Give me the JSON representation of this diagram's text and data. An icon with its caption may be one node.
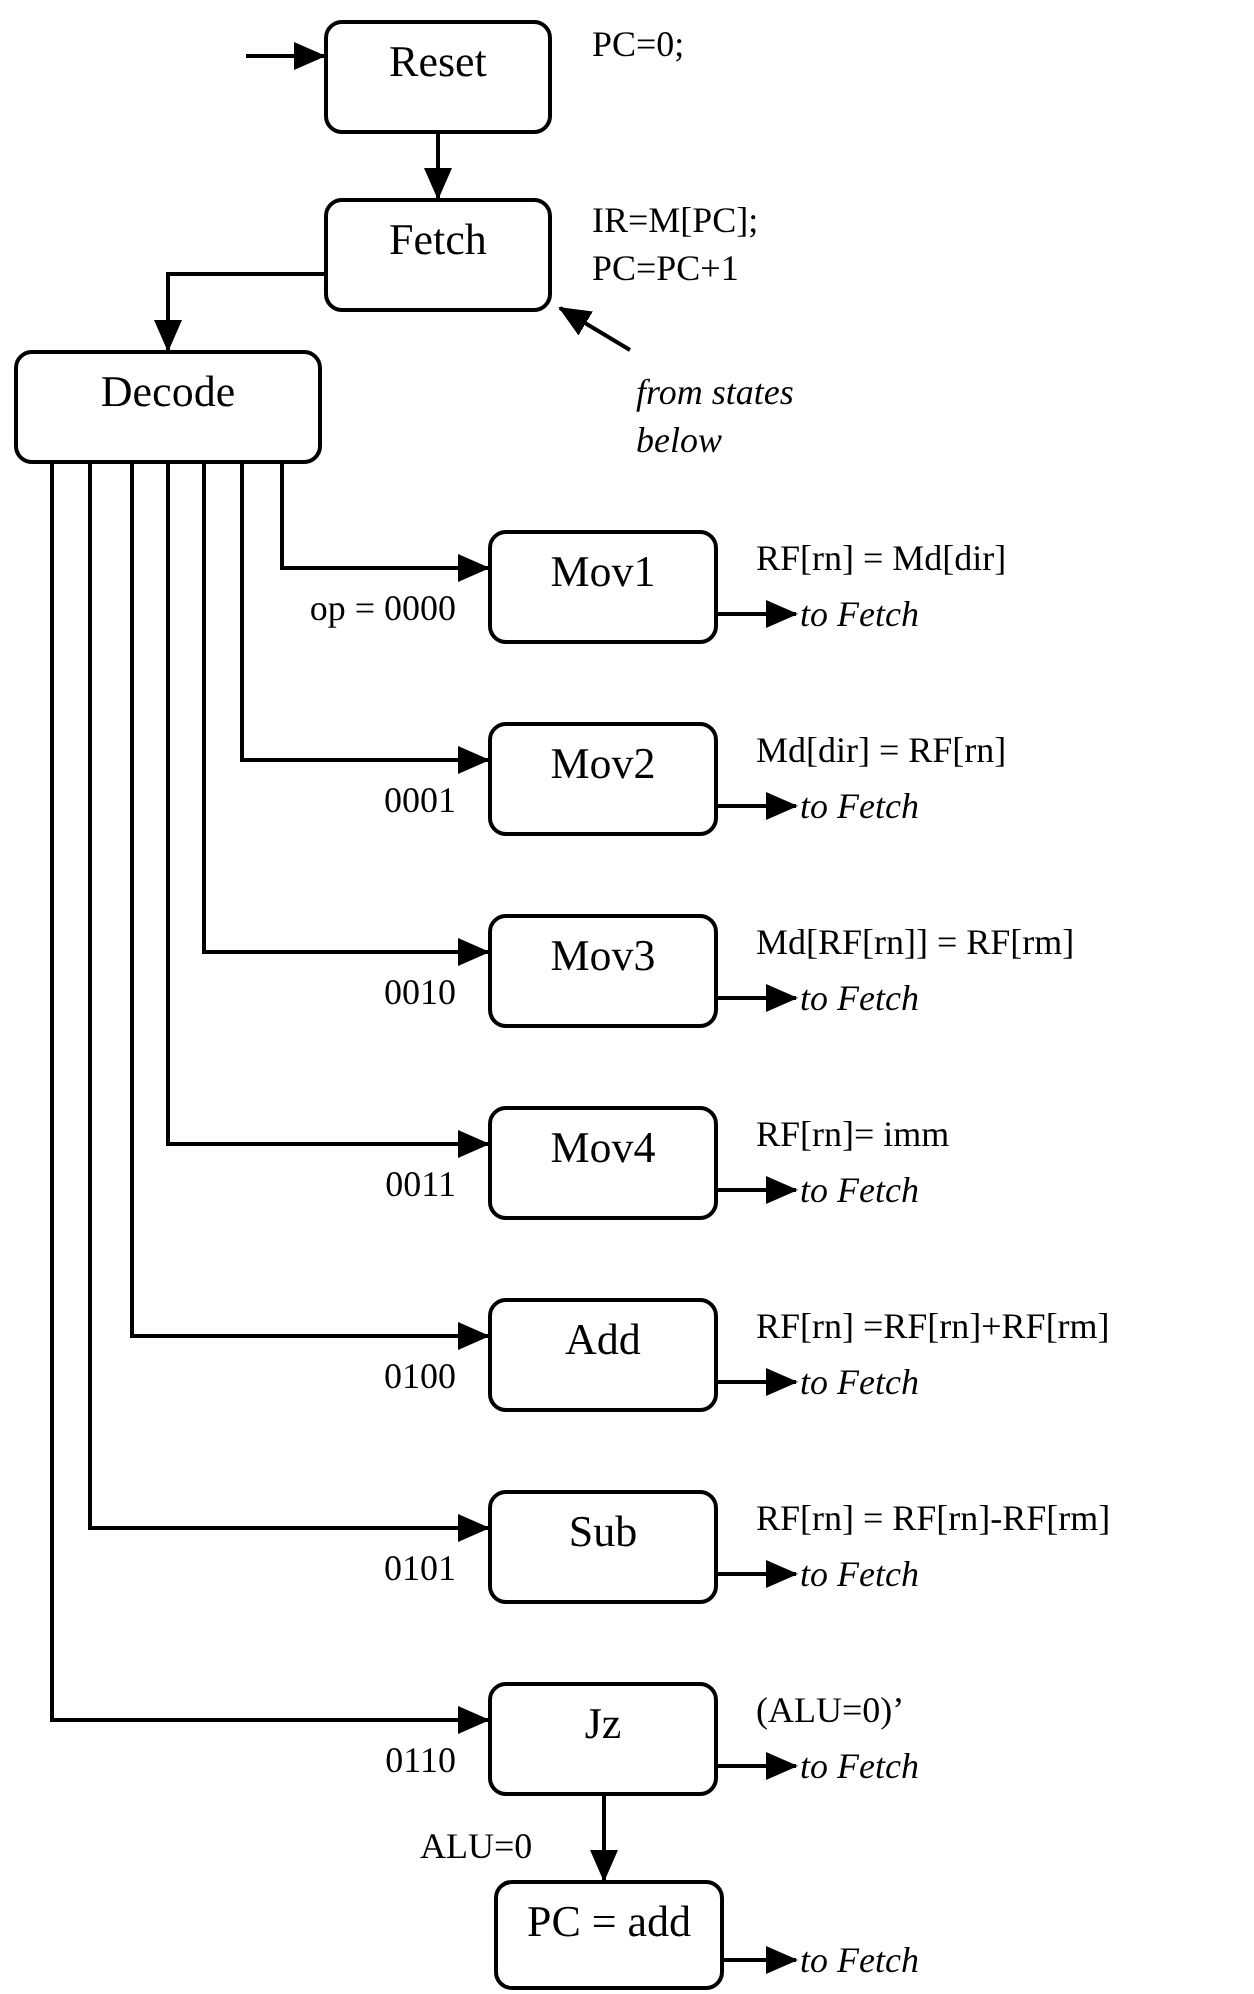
{
  "diagram": {
    "nodes": [
      {
        "text": [
          "Reset"
        ],
        "beside": [
          "PC=0;"
        ]
      },
      {
        "text": [
          "Fetch"
        ],
        "beside": [
          "IR=M[PC];",
          "PC=PC+1"
        ]
      },
      {
        "text": [
          "Decode"
        ]
      },
      {
        "text": [
          "Mov1"
        ],
        "beside": [
          "RF[rn] = Md[dir]"
        ]
      },
      {
        "text": [
          "Mov2"
        ],
        "beside": [
          "Md[dir] = RF[rn]"
        ]
      },
      {
        "text": [
          "Mov3"
        ],
        "beside": [
          "Md[RF[rn]] = RF[rm]"
        ]
      },
      {
        "text": [
          "Mov4"
        ],
        "beside": [
          "RF[rn]= imm"
        ]
      },
      {
        "text": [
          "Add"
        ],
        "beside": [
          "RF[rn] =RF[rn]+RF[rm]"
        ]
      },
      {
        "text": [
          "Sub"
        ],
        "beside": [
          "RF[rn] = RF[rn]-RF[rm]"
        ]
      },
      {
        "text": [
          "Jz"
        ],
        "beside": [
          "(ALU=0)’"
        ]
      },
      {
        "text": [
          "PC = add"
        ]
      },
      {
        "text": [
          "from states below"
        ]
      },
      {
        "text": [
          "to Fetch"
        ]
      },
      {
        "text": [
          "to Fetch"
        ]
      },
      {
        "text": [
          "to Fetch"
        ]
      },
      {
        "text": [
          "to Fetch"
        ]
      },
      {
        "text": [
          "to Fetch"
        ]
      },
      {
        "text": [
          "to Fetch"
        ]
      },
      {
        "text": [
          "to Fetch"
        ]
      },
      {
        "text": [
          "to Fetch"
        ]
      }
    ],
    "edges": [
      {
        "from": null,
        "to": 0,
        "arrow": "to"
      },
      {
        "from": 0,
        "to": 1,
        "arrow": "to"
      },
      {
        "from": 1,
        "to": 2,
        "arrow": "to"
      },
      {
        "from": 11,
        "to": 1,
        "arrow": "to"
      },
      {
        "from": 2,
        "to": 3,
        "arrow": "to",
        "label": "op = 0000"
      },
      {
        "from": 2,
        "to": 4,
        "arrow": "to",
        "label": "0001"
      },
      {
        "from": 2,
        "to": 5,
        "arrow": "to",
        "label": "0010"
      },
      {
        "from": 2,
        "to": 6,
        "arrow": "to",
        "label": "0011"
      },
      {
        "from": 2,
        "to": 7,
        "arrow": "to",
        "label": "0100"
      },
      {
        "from": 2,
        "to": 8,
        "arrow": "to",
        "label": "0101"
      },
      {
        "from": 2,
        "to": 9,
        "arrow": "to",
        "label": "0110"
      },
      {
        "from": 9,
        "to": 10,
        "arrow": "to",
        "label": "ALU=0"
      },
      {
        "from": 3,
        "to": 12,
        "arrow": "to"
      },
      {
        "from": 4,
        "to": 13,
        "arrow": "to"
      },
      {
        "from": 5,
        "to": 14,
        "arrow": "to"
      },
      {
        "from": 6,
        "to": 15,
        "arrow": "to"
      },
      {
        "from": 7,
        "to": 16,
        "arrow": "to"
      },
      {
        "from": 8,
        "to": 17,
        "arrow": "to"
      },
      {
        "from": 9,
        "to": 18,
        "arrow": "to"
      },
      {
        "from": 10,
        "to": 19,
        "arrow": "to"
      }
    ]
  }
}
